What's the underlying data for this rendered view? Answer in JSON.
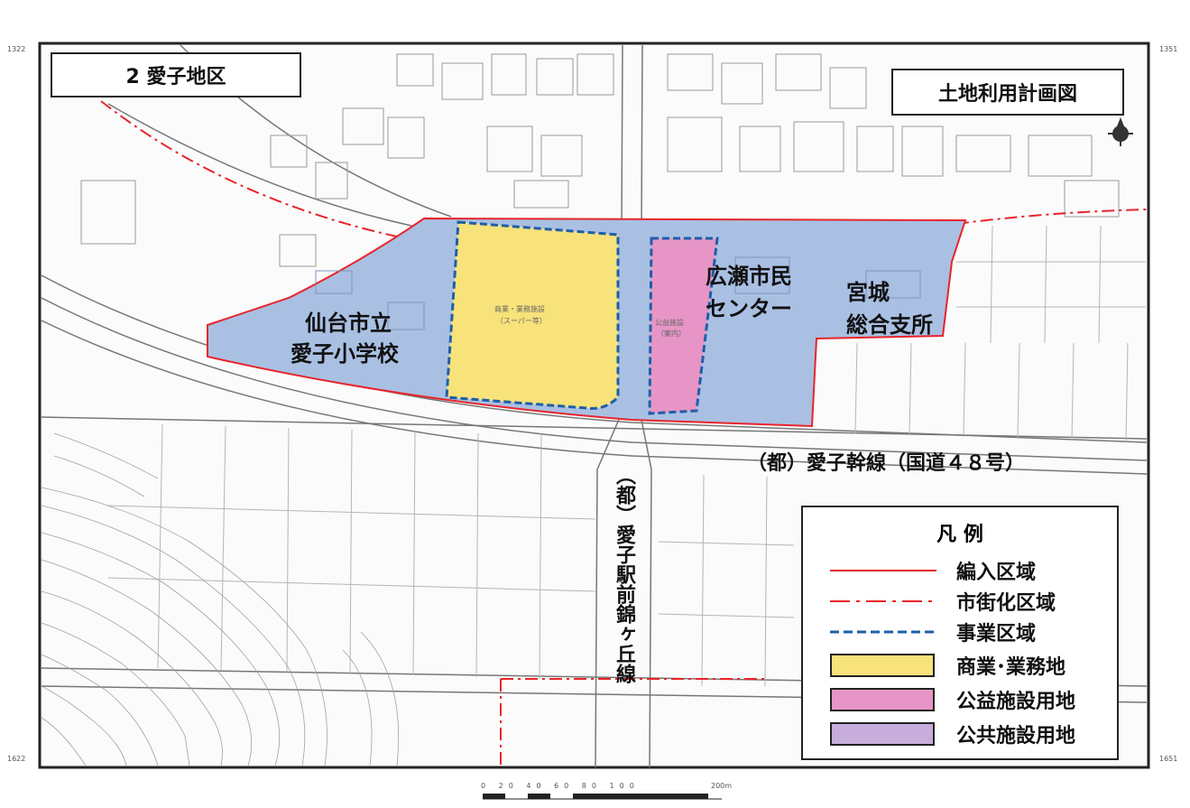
{
  "district_title": "2 愛子地区",
  "map_title": "土地利用計画図",
  "colors": {
    "public_area": "#a9c0e3",
    "commercial": "#f8e27a",
    "public_benefit": "#e795c6",
    "public_facility": "#c7addb",
    "boundary_red": "#e8242b",
    "project_blue": "#1e5fa8"
  },
  "icons": [
    "north-arrow-icon"
  ],
  "area_labels": {
    "school": [
      "仙台市立",
      "愛子小学校"
    ],
    "citizen_center": [
      "広瀬市民",
      "センター"
    ],
    "branch_office": [
      "宮城",
      "総合支所"
    ],
    "commercial_small": [
      "商業・業務施設",
      "（スーパー等）"
    ],
    "public_small": [
      "公益施設",
      "（案内）"
    ]
  },
  "road_labels": {
    "main_road": "（都）愛子幹線（国道４８号）",
    "cross_road": "（都）愛子駅前錦ヶ丘線"
  },
  "legend": {
    "title": "凡 例",
    "items": [
      {
        "label": "編入区域",
        "symbol": "solid-red-line"
      },
      {
        "label": "市街化区域",
        "symbol": "dash-dot-red-line"
      },
      {
        "label": "事業区域",
        "symbol": "dashed-blue-line"
      },
      {
        "label": "商業･業務地",
        "symbol": "yellow-fill"
      },
      {
        "label": "公益施設用地",
        "symbol": "pink-fill"
      },
      {
        "label": "公共施設用地",
        "symbol": "purple-fill"
      }
    ]
  },
  "scale_bar": {
    "ticks": "0 20 40 60 80 100",
    "end_label": "200m"
  },
  "corner_marks": {
    "top_left": "1322",
    "top_right": "1351",
    "bottom_left": "1622",
    "bottom_right": "1651"
  }
}
